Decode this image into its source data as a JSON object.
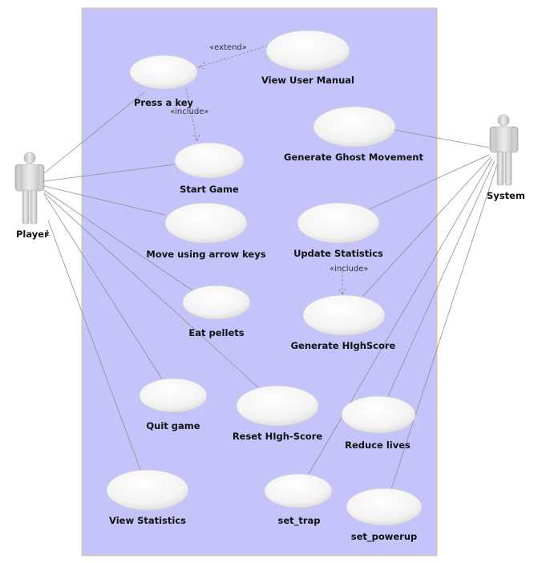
{
  "actors": {
    "player": {
      "name": "Player",
      "multiplicity": "1"
    },
    "system": {
      "name": "System"
    }
  },
  "use_cases": {
    "press_key": "Press a key",
    "view_manual": "View User Manual",
    "start_game": "Start Game",
    "gen_ghost": "Generate Ghost Movement",
    "move_arrows": "Move using arrow keys",
    "update_stats": "Update Statistics",
    "eat_pellets": "Eat pellets",
    "gen_highscore": "Generate HIghScore",
    "quit_game": "Quit game",
    "reset_highscore": "Reset HIgh-Score",
    "reduce_lives": "Reduce lives",
    "view_stats": "View Statistics",
    "set_trap": "set_trap",
    "set_powerup": "set_powerup"
  },
  "relations": {
    "extend": "«extend»",
    "include_start": "«include»",
    "include_highscore": "«include»"
  },
  "colors": {
    "boundary_fill": "#c4c4fb",
    "boundary_stroke": "#e2c48a",
    "usecase_fill": "#f2f2f2",
    "actor_fill": "#d4d4d4"
  }
}
